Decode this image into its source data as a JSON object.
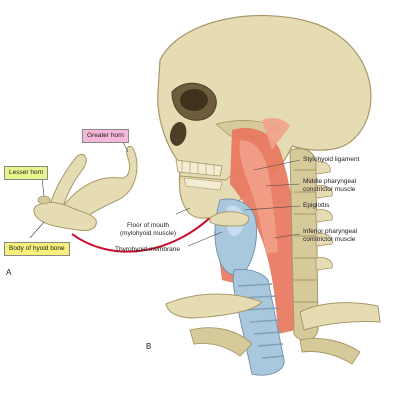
{
  "panels": {
    "a": "A",
    "b": "B"
  },
  "labels": {
    "greater_horn": "Greater horn",
    "lesser_horn": "Lesser horn",
    "body_of_hyoid": "Body of hyoid bone",
    "floor_of_mouth_1": "Floor of mouth",
    "floor_of_mouth_2": "(mylohyoid muscle)",
    "thyrohyoid_membrane": "Thyrohyoid membrane",
    "stylohyoid_ligament": "Stylohyoid ligament",
    "middle_constrictor_1": "Middle pharyngeal",
    "middle_constrictor_2": "constrictor muscle",
    "epiglottis": "Epiglottis",
    "inferior_constrictor_1": "Inferior pharyngeal",
    "inferior_constrictor_2": "constrictor muscle"
  },
  "colors": {
    "bone": "#e6dcb4",
    "bone_shadow": "#c9bb8c",
    "muscle": "#e8765e",
    "muscle_light": "#f2a08a",
    "cartilage": "#a9c8de",
    "arrow": "#c8102e",
    "greater_horn_box": "#f5b8d8",
    "lesser_horn_box": "#e8f58c",
    "body_box": "#f7f07a"
  }
}
